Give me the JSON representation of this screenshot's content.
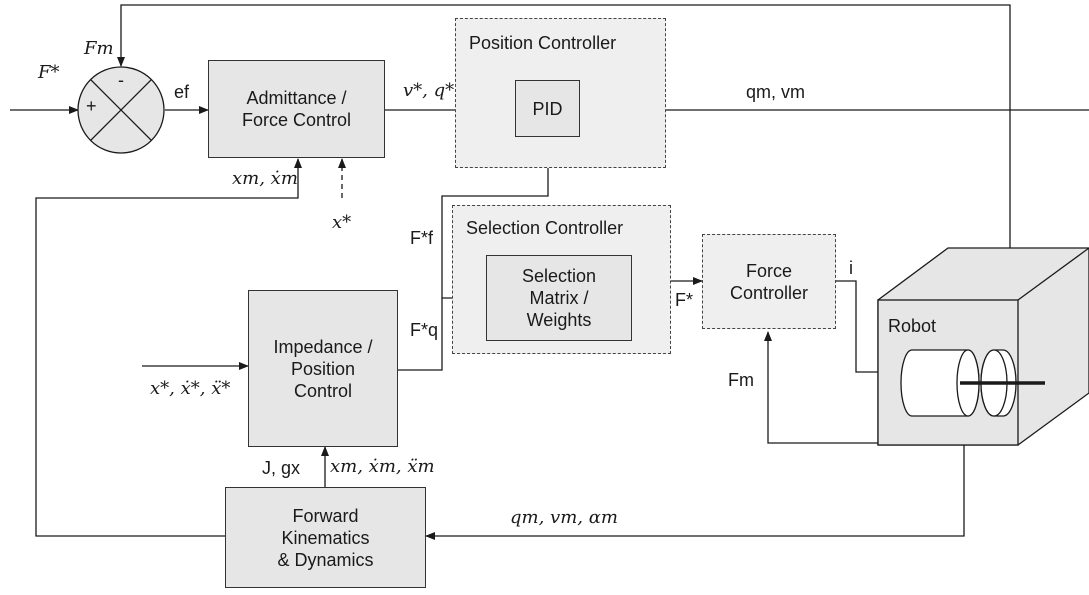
{
  "blocks": {
    "admittance": "Admittance /\nForce Control",
    "pid": "PID",
    "selection_matrix": "Selection\nMatrix /\nWeights",
    "force_controller": "Force\nController",
    "impedance": "Impedance /\nPosition\nControl",
    "forward": "Forward\nKinematics\n& Dynamics",
    "robot": "Robot"
  },
  "groups": {
    "position_controller": "Position Controller",
    "selection_controller": "Selection Controller"
  },
  "summing_junction": {
    "minus": "-",
    "plus": "+"
  },
  "labels": {
    "F_star_in": "F*",
    "F_m_top": "Fm",
    "e_f": "ef",
    "v_q_star": "v*, q*",
    "q_m_v_m": "qm, vm",
    "x_m_xdot_m": "xm, ẋm",
    "x_star": "x*",
    "F_star_f": "F*f",
    "F_star_q": "F*q",
    "F_star": "F*",
    "i": "i",
    "F_m_right": "Fm",
    "x_star_derivs": "x*, ẋ*, ẍ*",
    "J_gx": "J, gx",
    "x_m_derivs": "xm, ẋm, ẍm",
    "q_v_a_m": "qm, vm, αm"
  }
}
